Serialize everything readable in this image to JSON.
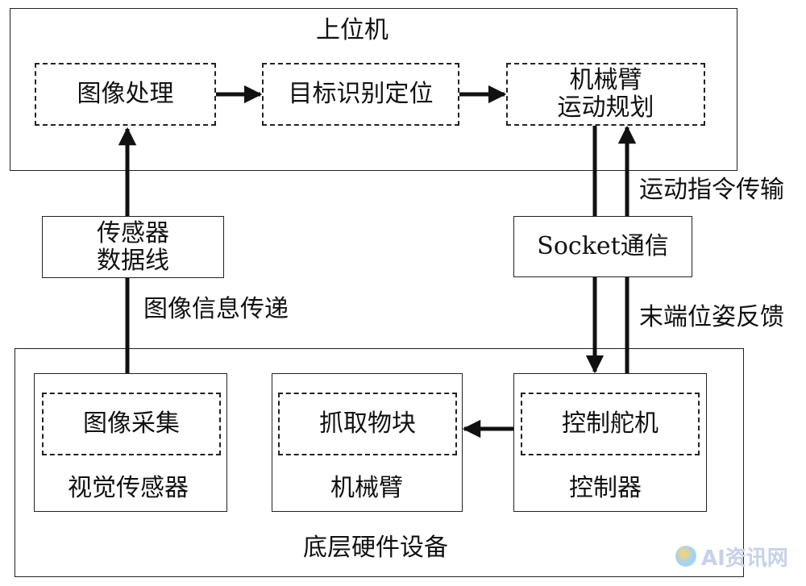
{
  "upper": {
    "title": "上位机",
    "image_processing": "图像处理",
    "target_locating": "目标识别定位",
    "arm_planning_line1": "机械臂",
    "arm_planning_line2": "运动规划"
  },
  "links": {
    "sensor_line1": "传感器",
    "sensor_line2": "数据线",
    "image_transfer": "图像信息传递",
    "socket": "Socket通信",
    "motion_cmd": "运动指令传输",
    "pose_feedback": "末端位姿反馈"
  },
  "lower": {
    "title": "底层硬件设备",
    "image_capture": "图像采集",
    "vision_sensor": "视觉传感器",
    "grab_block": "抓取物块",
    "robot_arm": "机械臂",
    "control_servo": "控制舵机",
    "controller": "控制器"
  },
  "watermark": "AI资讯网"
}
